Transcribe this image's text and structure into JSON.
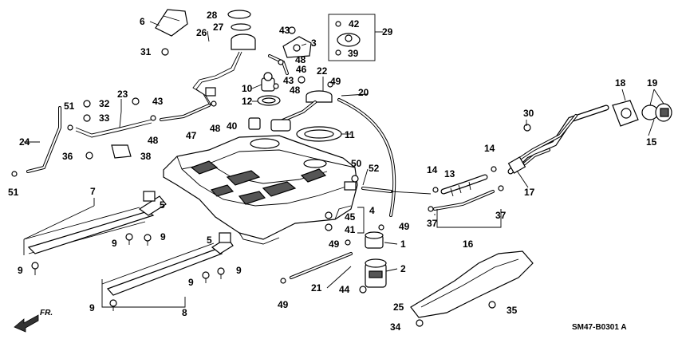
{
  "diagram": {
    "code": "SM47-B0301 A",
    "direction": "FR."
  },
  "callouts": [
    {
      "id": "c1",
      "text": "1"
    },
    {
      "id": "c2",
      "text": "2"
    },
    {
      "id": "c3",
      "text": "3"
    },
    {
      "id": "c4",
      "text": "4"
    },
    {
      "id": "c5a",
      "text": "5"
    },
    {
      "id": "c5b",
      "text": "5"
    },
    {
      "id": "c6",
      "text": "6"
    },
    {
      "id": "c7",
      "text": "7"
    },
    {
      "id": "c8",
      "text": "8"
    },
    {
      "id": "c9a",
      "text": "9"
    },
    {
      "id": "c9b",
      "text": "9"
    },
    {
      "id": "c9c",
      "text": "9"
    },
    {
      "id": "c9d",
      "text": "9"
    },
    {
      "id": "c9e",
      "text": "9"
    },
    {
      "id": "c9f",
      "text": "9"
    },
    {
      "id": "c10",
      "text": "10"
    },
    {
      "id": "c11",
      "text": "11"
    },
    {
      "id": "c12",
      "text": "12"
    },
    {
      "id": "c13",
      "text": "13"
    },
    {
      "id": "c14a",
      "text": "14"
    },
    {
      "id": "c14b",
      "text": "14"
    },
    {
      "id": "c15",
      "text": "15"
    },
    {
      "id": "c16",
      "text": "16"
    },
    {
      "id": "c17",
      "text": "17"
    },
    {
      "id": "c18",
      "text": "18"
    },
    {
      "id": "c19",
      "text": "19"
    },
    {
      "id": "c20",
      "text": "20"
    },
    {
      "id": "c21",
      "text": "21"
    },
    {
      "id": "c22",
      "text": "22"
    },
    {
      "id": "c23",
      "text": "23"
    },
    {
      "id": "c24",
      "text": "24"
    },
    {
      "id": "c25",
      "text": "25"
    },
    {
      "id": "c26",
      "text": "26"
    },
    {
      "id": "c27",
      "text": "27"
    },
    {
      "id": "c28",
      "text": "28"
    },
    {
      "id": "c29",
      "text": "29"
    },
    {
      "id": "c30",
      "text": "30"
    },
    {
      "id": "c31",
      "text": "31"
    },
    {
      "id": "c32",
      "text": "32"
    },
    {
      "id": "c33",
      "text": "33"
    },
    {
      "id": "c34",
      "text": "34"
    },
    {
      "id": "c35",
      "text": "35"
    },
    {
      "id": "c36",
      "text": "36"
    },
    {
      "id": "c37a",
      "text": "37"
    },
    {
      "id": "c37b",
      "text": "37"
    },
    {
      "id": "c38",
      "text": "38"
    },
    {
      "id": "c39",
      "text": "39"
    },
    {
      "id": "c40",
      "text": "40"
    },
    {
      "id": "c41",
      "text": "41"
    },
    {
      "id": "c42",
      "text": "42"
    },
    {
      "id": "c43a",
      "text": "43"
    },
    {
      "id": "c43b",
      "text": "43"
    },
    {
      "id": "c43c",
      "text": "43"
    },
    {
      "id": "c44",
      "text": "44"
    },
    {
      "id": "c45",
      "text": "45"
    },
    {
      "id": "c46",
      "text": "46"
    },
    {
      "id": "c47",
      "text": "47"
    },
    {
      "id": "c48a",
      "text": "48"
    },
    {
      "id": "c48b",
      "text": "48"
    },
    {
      "id": "c48c",
      "text": "48"
    },
    {
      "id": "c48d",
      "text": "48"
    },
    {
      "id": "c49a",
      "text": "49"
    },
    {
      "id": "c49b",
      "text": "49"
    },
    {
      "id": "c49c",
      "text": "49"
    },
    {
      "id": "c49d",
      "text": "49"
    },
    {
      "id": "c50",
      "text": "50"
    },
    {
      "id": "c51a",
      "text": "51"
    },
    {
      "id": "c51b",
      "text": "51"
    },
    {
      "id": "c52",
      "text": "52"
    }
  ]
}
